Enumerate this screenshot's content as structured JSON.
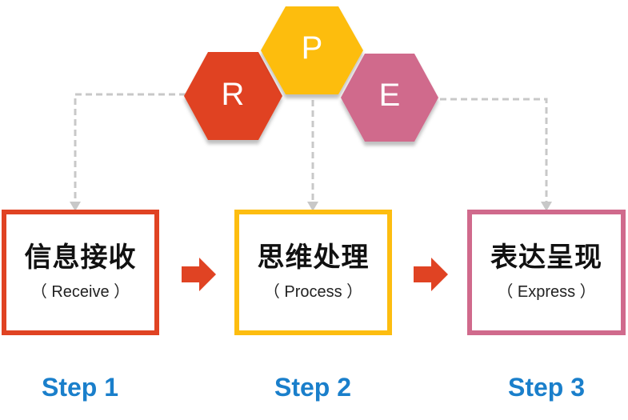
{
  "hexagons": [
    {
      "letter": "R",
      "color": "#e04323"
    },
    {
      "letter": "P",
      "color": "#fdbd10"
    },
    {
      "letter": "E",
      "color": "#d06a8c"
    }
  ],
  "steps": [
    {
      "title": "信息接收",
      "subtitle": "（ Receive ）",
      "label": "Step 1",
      "border_color": "#e04323"
    },
    {
      "title": "思维处理",
      "subtitle": "（ Process ）",
      "label": "Step 2",
      "border_color": "#fdbd10"
    },
    {
      "title": "表达呈现",
      "subtitle": "（ Express ）",
      "label": "Step 3",
      "border_color": "#d06a8c"
    }
  ],
  "colors": {
    "arrow": "#e04323",
    "connector": "#c8c8c8",
    "step_text": "#1a7fcb"
  }
}
